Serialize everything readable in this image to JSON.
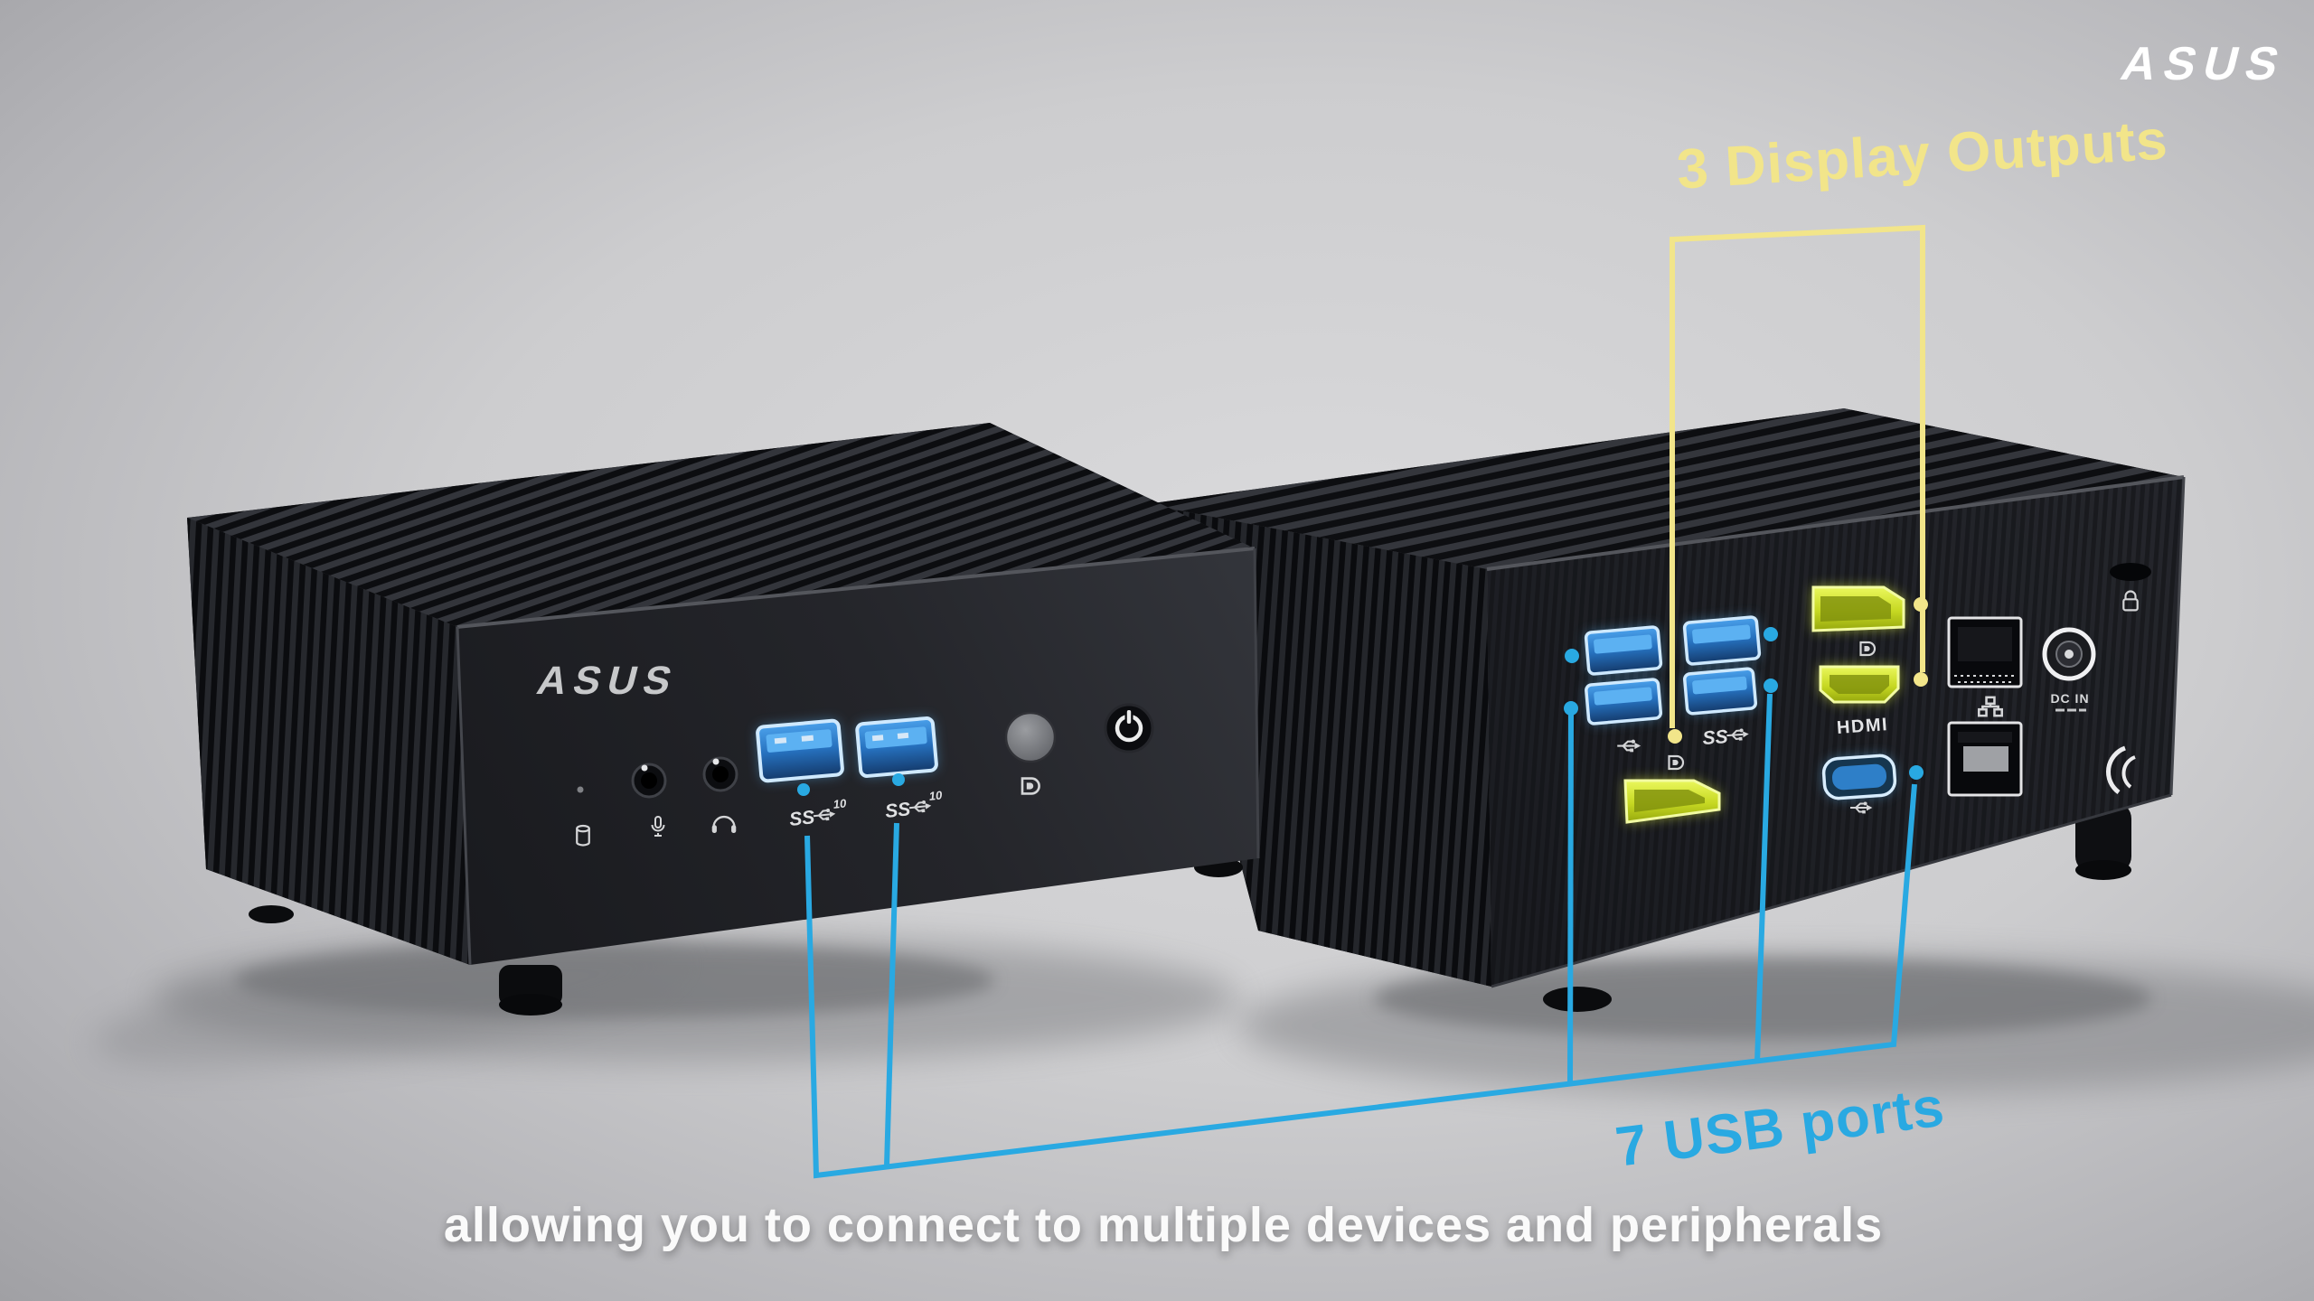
{
  "brand": {
    "logo_text": "ASUS"
  },
  "annotations": {
    "display_outputs": {
      "label": "3 Display Outputs",
      "color": "#f2e58a",
      "marked_ports": 3
    },
    "usb_ports": {
      "label": "7 USB ports",
      "color": "#29a9e2",
      "marked_ports": 7
    },
    "caption": "allowing you to connect to multiple devices and peripherals"
  },
  "front_panel": {
    "logo_text": "ASUS",
    "usb_port_labels": [
      {
        "text": "SS",
        "sup": "10"
      },
      {
        "text": "SS",
        "sup": "10"
      }
    ]
  },
  "rear_panel": {
    "usb_speed_label": "SS",
    "hdmi_label": "HDMI",
    "dc_in_label": "DC IN"
  },
  "icons": {
    "power": "power-symbol",
    "usb": "usb-trident",
    "displayport": "dp-logo",
    "microphone": "mic",
    "headset": "headset",
    "storage": "hdd-cylinder",
    "lan": "network-nodes",
    "kensington_lock": "padlock",
    "dc_in": "barrel-jack",
    "antenna": "hinge-arcs"
  },
  "colors": {
    "callout_yellow": "#f2e58a",
    "callout_blue": "#29a9e2",
    "port_blue": "#3f93e0",
    "port_yellow": "#d5e532",
    "chassis_black": "#1d1e23",
    "background_gray": "#c9c9cd",
    "caption_white": "#fafafa"
  }
}
